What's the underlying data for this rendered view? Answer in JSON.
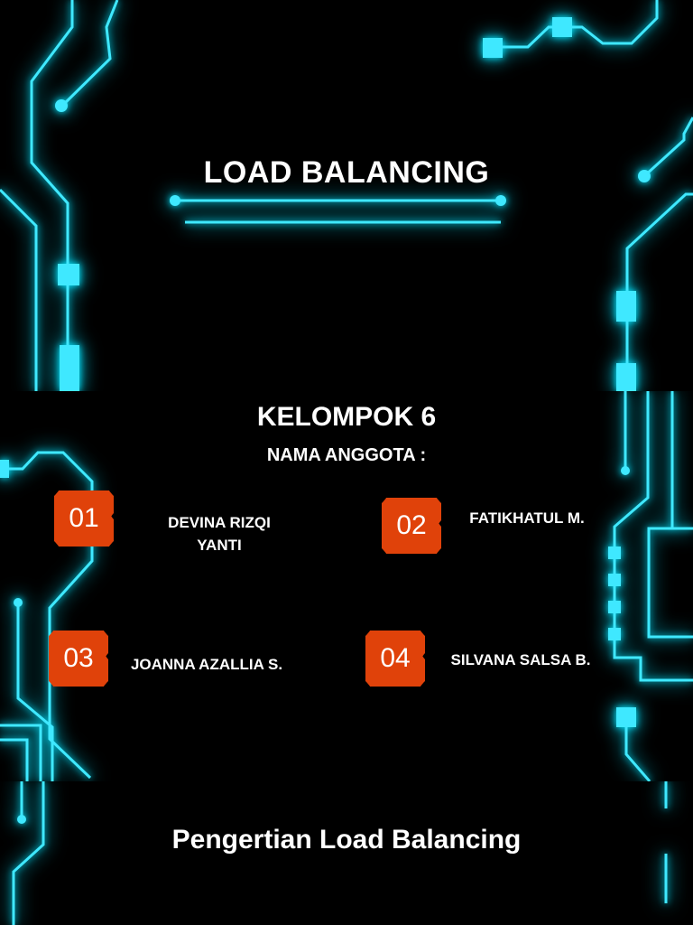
{
  "slide1": {
    "title": "LOAD BALANCING"
  },
  "slide2": {
    "group": "KELOMPOK 6",
    "members_heading": "NAMA ANGGOTA :",
    "members": [
      {
        "number": "01",
        "name": "DEVINA RIZQI YANTI"
      },
      {
        "number": "02",
        "name": "FATIKHATUL M."
      },
      {
        "number": "03",
        "name": "JOANNA AZALLIA S."
      },
      {
        "number": "04",
        "name": "SILVANA SALSA B."
      }
    ]
  },
  "slide3": {
    "title": "Pengertian Load Balancing"
  },
  "colors": {
    "background": "#000000",
    "circuit": "#3fe8ff",
    "badge": "#e0420a",
    "text": "#ffffff"
  }
}
